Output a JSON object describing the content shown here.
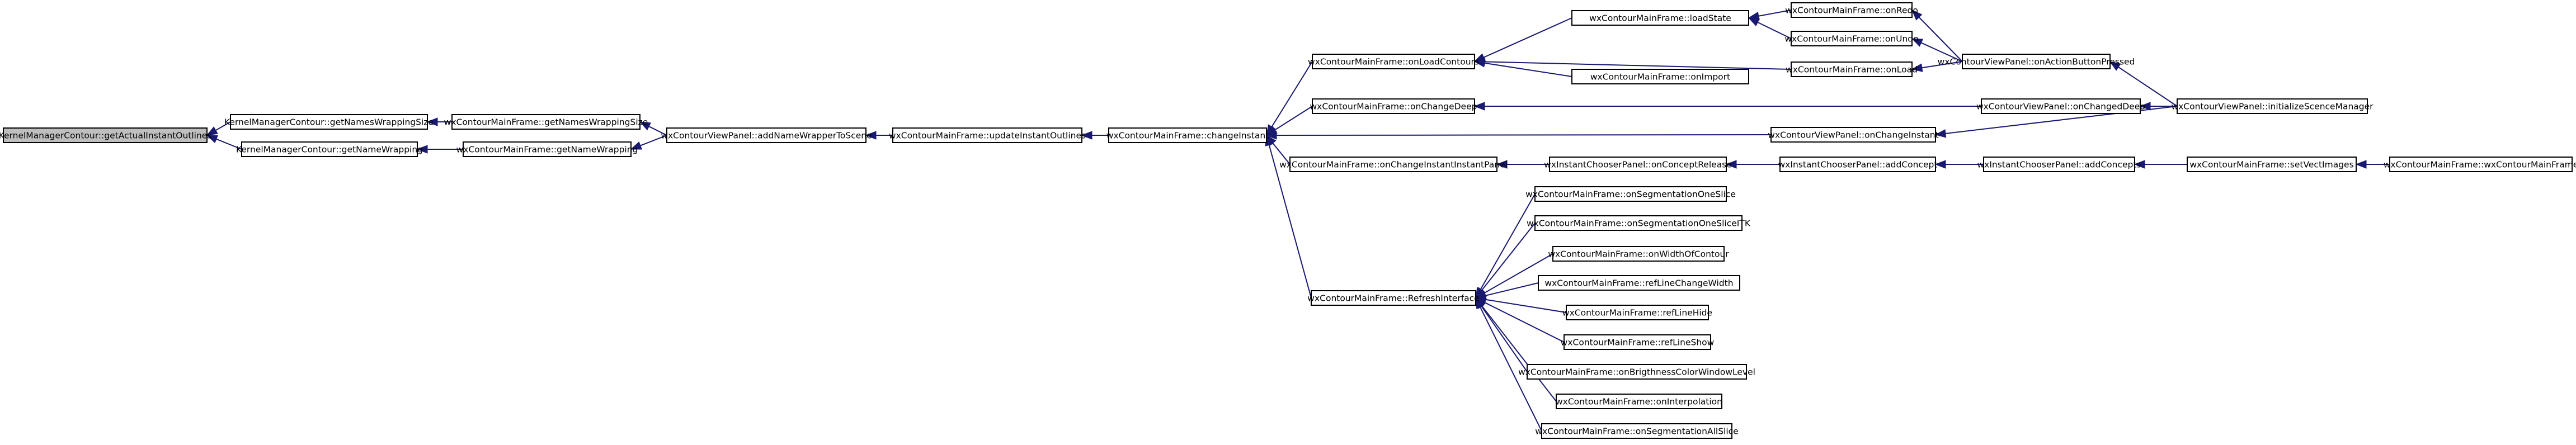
{
  "graph": {
    "title": "",
    "nodes": [
      {
        "id": "n0",
        "label": "KernelManagerContour::getActualInstantOutlines"
      },
      {
        "id": "n1",
        "label": "KernelManagerContour::getNamesWrappingSize"
      },
      {
        "id": "n2",
        "label": "KernelManagerContour::getNameWrapping"
      },
      {
        "id": "n3",
        "label": "wxContourMainFrame::getNamesWrappingSize"
      },
      {
        "id": "n4",
        "label": "wxContourMainFrame::getNameWrapping"
      },
      {
        "id": "n5",
        "label": "wxContourViewPanel::addNameWrapperToScene"
      },
      {
        "id": "n6",
        "label": "wxContourMainFrame::updateInstantOutlines"
      },
      {
        "id": "n7",
        "label": "wxContourMainFrame::changeInstant"
      },
      {
        "id": "n8",
        "label": "wxContourMainFrame::onLoadContours"
      },
      {
        "id": "n9",
        "label": "wxContourMainFrame::onChangeDeep"
      },
      {
        "id": "n10",
        "label": "wxContourMainFrame::onChangeInstantInstantPanel"
      },
      {
        "id": "n11",
        "label": "wxContourMainFrame::RefreshInterface"
      },
      {
        "id": "n12",
        "label": "wxContourMainFrame::loadState"
      },
      {
        "id": "n13",
        "label": "wxContourMainFrame::onImport"
      },
      {
        "id": "n14",
        "label": "wxInstantChooserPanel::onConceptRelease"
      },
      {
        "id": "n15",
        "label": "wxContourMainFrame::onSegmentationOneSlice"
      },
      {
        "id": "n16",
        "label": "wxContourMainFrame::onSegmentationOneSliceITK"
      },
      {
        "id": "n17",
        "label": "wxContourMainFrame::onWidthOfContour"
      },
      {
        "id": "n18",
        "label": "wxContourMainFrame::refLineChangeWidth"
      },
      {
        "id": "n19",
        "label": "wxContourMainFrame::refLineHide"
      },
      {
        "id": "n20",
        "label": "wxContourMainFrame::refLineShow"
      },
      {
        "id": "n21",
        "label": "wxContourMainFrame::onBrigthnessColorWindowLevel"
      },
      {
        "id": "n22",
        "label": "wxContourMainFrame::onInterpolation"
      },
      {
        "id": "n23",
        "label": "wxContourMainFrame::onSegmentationAllSlice"
      },
      {
        "id": "n24",
        "label": "wxContourMainFrame::onRedo"
      },
      {
        "id": "n25",
        "label": "wxContourMainFrame::onUndo"
      },
      {
        "id": "n26",
        "label": "wxContourMainFrame::onLoad"
      },
      {
        "id": "n27",
        "label": "wxContourViewPanel::onChangedDeep"
      },
      {
        "id": "n28",
        "label": "wxContourViewPanel::onChangeInstant"
      },
      {
        "id": "n29",
        "label": "wxInstantChooserPanel::addConcept"
      },
      {
        "id": "n30",
        "label": "wxContourViewPanel::onActionButtonPressed"
      },
      {
        "id": "n31",
        "label": "wxContourViewPanel::initializeScenceManager"
      },
      {
        "id": "n32",
        "label": "wxInstantChooserPanel::addConcepts"
      },
      {
        "id": "n33",
        "label": "wxContourMainFrame::setVectImages"
      },
      {
        "id": "n34",
        "label": "wxContourMainFrame::wxContourMainFrame"
      }
    ],
    "edges": [
      {
        "from": "n1",
        "to": "n0"
      },
      {
        "from": "n2",
        "to": "n0"
      },
      {
        "from": "n3",
        "to": "n1"
      },
      {
        "from": "n4",
        "to": "n2"
      },
      {
        "from": "n5",
        "to": "n3"
      },
      {
        "from": "n5",
        "to": "n4"
      },
      {
        "from": "n6",
        "to": "n5"
      },
      {
        "from": "n7",
        "to": "n6"
      },
      {
        "from": "n8",
        "to": "n7"
      },
      {
        "from": "n9",
        "to": "n7"
      },
      {
        "from": "n10",
        "to": "n7"
      },
      {
        "from": "n11",
        "to": "n7"
      },
      {
        "from": "n28",
        "to": "n7"
      },
      {
        "from": "n12",
        "to": "n8"
      },
      {
        "from": "n13",
        "to": "n8"
      },
      {
        "from": "n26",
        "to": "n8"
      },
      {
        "from": "n27",
        "to": "n9"
      },
      {
        "from": "n14",
        "to": "n10"
      },
      {
        "from": "n15",
        "to": "n11"
      },
      {
        "from": "n16",
        "to": "n11"
      },
      {
        "from": "n17",
        "to": "n11"
      },
      {
        "from": "n18",
        "to": "n11"
      },
      {
        "from": "n19",
        "to": "n11"
      },
      {
        "from": "n20",
        "to": "n11"
      },
      {
        "from": "n21",
        "to": "n11"
      },
      {
        "from": "n22",
        "to": "n11"
      },
      {
        "from": "n23",
        "to": "n11"
      },
      {
        "from": "n24",
        "to": "n12"
      },
      {
        "from": "n25",
        "to": "n12"
      },
      {
        "from": "n29",
        "to": "n14"
      },
      {
        "from": "n30",
        "to": "n24"
      },
      {
        "from": "n30",
        "to": "n25"
      },
      {
        "from": "n30",
        "to": "n26"
      },
      {
        "from": "n31",
        "to": "n27"
      },
      {
        "from": "n31",
        "to": "n28"
      },
      {
        "from": "n31",
        "to": "n30"
      },
      {
        "from": "n32",
        "to": "n29"
      },
      {
        "from": "n33",
        "to": "n32"
      },
      {
        "from": "n34",
        "to": "n33"
      }
    ]
  }
}
